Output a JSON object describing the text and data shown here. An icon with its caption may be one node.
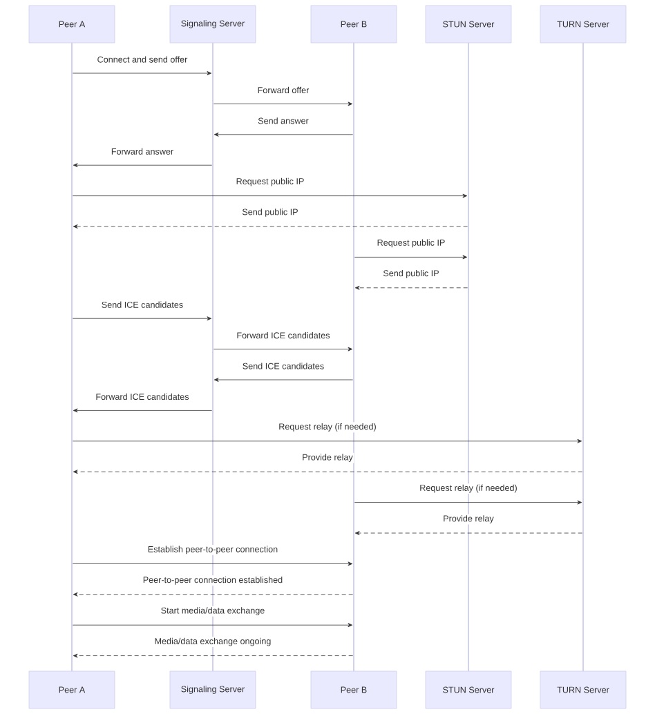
{
  "diagram": {
    "nodes": [
      {
        "text": [
          "Peer A"
        ]
      },
      {
        "text": [
          "Signaling Server"
        ]
      },
      {
        "text": [
          "Peer B"
        ]
      },
      {
        "text": [
          "STUN Server"
        ]
      },
      {
        "text": [
          "TURN Server"
        ]
      },
      {
        "text": [],
        "shape": "line"
      },
      {
        "text": [],
        "shape": "line"
      },
      {
        "text": [],
        "shape": "line"
      },
      {
        "text": [],
        "shape": "line"
      },
      {
        "text": [],
        "shape": "line"
      },
      {
        "text": [
          "Peer A"
        ]
      },
      {
        "text": [
          "Signaling Server"
        ]
      },
      {
        "text": [
          "Peer B"
        ]
      },
      {
        "text": [
          "STUN Server"
        ]
      },
      {
        "text": [
          "TURN Server"
        ]
      }
    ],
    "edges": [
      {
        "from": 5,
        "to": 6,
        "arrow": "to",
        "label": "Connect and send offer"
      },
      {
        "from": 6,
        "to": 7,
        "arrow": "to",
        "label": "Forward offer"
      },
      {
        "from": 7,
        "to": 6,
        "arrow": "to",
        "label": "Send answer"
      },
      {
        "from": 6,
        "to": 5,
        "arrow": "to",
        "label": "Forward answer"
      },
      {
        "from": 5,
        "to": 8,
        "arrow": "to",
        "label": "Request public IP"
      },
      {
        "from": 8,
        "to": 5,
        "arrow": "to",
        "label": "Send public IP",
        "style": "dashed"
      },
      {
        "from": 7,
        "to": 8,
        "arrow": "to",
        "label": "Request public IP"
      },
      {
        "from": 8,
        "to": 7,
        "arrow": "to",
        "label": "Send public IP",
        "style": "dashed"
      },
      {
        "from": 5,
        "to": 6,
        "arrow": "to",
        "label": "Send ICE candidates"
      },
      {
        "from": 6,
        "to": 7,
        "arrow": "to",
        "label": "Forward ICE candidates"
      },
      {
        "from": 7,
        "to": 6,
        "arrow": "to",
        "label": "Send ICE candidates"
      },
      {
        "from": 6,
        "to": 5,
        "arrow": "to",
        "label": "Forward ICE candidates"
      },
      {
        "from": 5,
        "to": 9,
        "arrow": "to",
        "label": "Request relay (if needed)"
      },
      {
        "from": 9,
        "to": 5,
        "arrow": "to",
        "label": "Provide relay",
        "style": "dashed"
      },
      {
        "from": 7,
        "to": 9,
        "arrow": "to",
        "label": "Request relay (if needed)"
      },
      {
        "from": 9,
        "to": 7,
        "arrow": "to",
        "label": "Provide relay",
        "style": "dashed"
      },
      {
        "from": 5,
        "to": 7,
        "arrow": "to",
        "label": "Establish peer-to-peer connection"
      },
      {
        "from": 7,
        "to": 5,
        "arrow": "to",
        "label": "Peer-to-peer connection established",
        "style": "dashed"
      },
      {
        "from": 5,
        "to": 7,
        "arrow": "to",
        "label": "Start media/data exchange"
      },
      {
        "from": 7,
        "to": 5,
        "arrow": "to",
        "label": "Media/data exchange ongoing",
        "style": "dashed"
      }
    ]
  }
}
